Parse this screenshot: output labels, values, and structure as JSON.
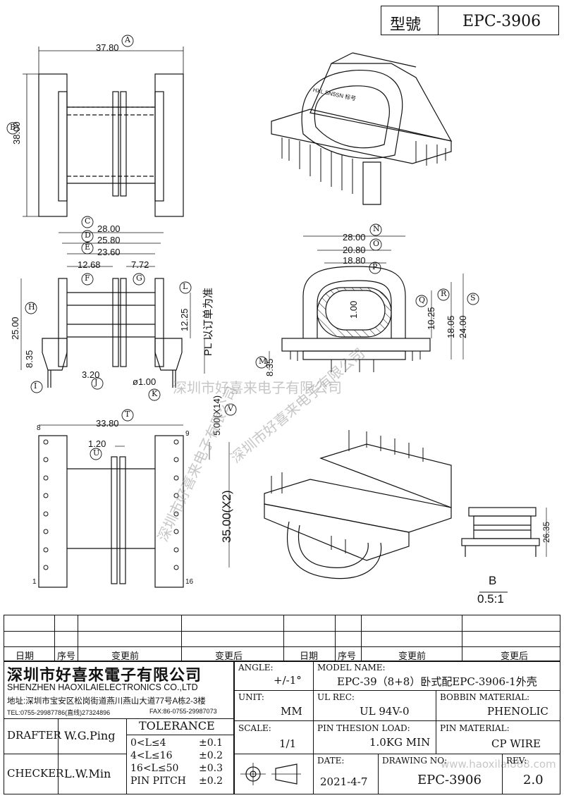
{
  "header": {
    "model_label": "型號",
    "model_value": "EPC-3906"
  },
  "dims": {
    "A": "A",
    "A_val": "37.80",
    "B": "B",
    "B_val": "38.00",
    "C": "C",
    "C_val": "28.00",
    "D": "D",
    "D_val": "25.80",
    "E": "E",
    "E_val": "23.60",
    "F": "F",
    "F_val": "12.68",
    "G": "G",
    "G_val": "7.72",
    "H": "H",
    "H_val": "25.00",
    "I": "I",
    "I_val": "8.35",
    "J": "J",
    "J_val": "3.20",
    "K": "K",
    "K_val": "ø1.00",
    "L": "L",
    "L_val": "12.25",
    "PL_note": "PL 以订单为准",
    "M": "M",
    "M_val": "8.35",
    "N": "N",
    "N_val": "28.00",
    "O": "O",
    "O_val": "20.80",
    "P": "P",
    "P_val": "18.80",
    "Q": "Q",
    "Q_val": "10.25",
    "R": "R",
    "R_val": "18.05",
    "S": "S",
    "S_val": "24.00",
    "inner_val": "1.00",
    "T": "T",
    "T_val": "33.80",
    "U": "U",
    "U_val": "1.20",
    "V": "V",
    "V_val": "5.00(X14)",
    "pitch2": "35.00(X2)",
    "pin1": "1",
    "pin8": "8",
    "pin9": "9",
    "pin16": "16",
    "side_h": "26.35",
    "view_b": "B",
    "view_scale": "0.5:1",
    "bobbin_mark": "HXL  SN5SN  标号"
  },
  "watermarks": {
    "w1": "深圳市好喜来电子有限公司",
    "w2": "深圳市好喜来电子有限公司",
    "w3": "深圳市好喜来电子有限公司",
    "w4": "www.haoxilai888.com"
  },
  "revision": {
    "col_date": "日期",
    "col_no": "序号",
    "col_before": "变更前",
    "col_after": "变更后",
    "col_date2": "日期",
    "col_no2": "序号",
    "col_before2": "变更前",
    "col_after2": "变更后"
  },
  "title_block": {
    "company_cn": "深圳市好喜來電子有限公司",
    "company_en": "SHENZHEN HAOXILAIELECTRONICS CO.,LTD",
    "address": "地址:深圳市宝安区松岗街道燕川燕山大道77号A栋2-3楼",
    "tel": "TEL:0755-29987786(直线)27324896",
    "fax": "FAX:86-0755-29987073",
    "angle_label": "ANGLE:",
    "angle_value": "+/-1°",
    "model_name_label": "MODEL NAME:",
    "model_name_value": "EPC-39（8+8）卧式配EPC-3906-1外壳",
    "unit_label": "UNIT:",
    "unit_value": "MM",
    "ul_label": "UL REC:",
    "ul_value": "UL 94V-0",
    "bobbin_label": "BOBBIN MATERIAL:",
    "bobbin_value": "PHENOLIC",
    "drafter_label": "DRAFTER",
    "drafter_value": "W.G.Ping",
    "checker_label": "CHECKER",
    "checker_value": "L.W.Min",
    "tol_title": "TOLERANCE",
    "tol1_range": "0<L≤4",
    "tol1_val": "±0.1",
    "tol2_range": "4<L≤16",
    "tol2_val": "±0.2",
    "tol3_range": "16<L≤50",
    "tol3_val": "±0.3",
    "tol4_range": "PIN PITCH",
    "tol4_val": "±0.2",
    "scale_label": "SCALE:",
    "scale_value": "1/1",
    "tension_label": "PIN THESION LOAD:",
    "tension_value": "1.0KG MIN",
    "pin_mat_label": "PIN MATERIAL:",
    "pin_mat_value": "CP  WIRE",
    "date_label": "DATE:",
    "date_value": "2021-4-7",
    "drawing_no_label": "DRAWING NO:",
    "drawing_no_value": "EPC-3906",
    "rev_label": "REV:",
    "rev_value": "2.0"
  }
}
